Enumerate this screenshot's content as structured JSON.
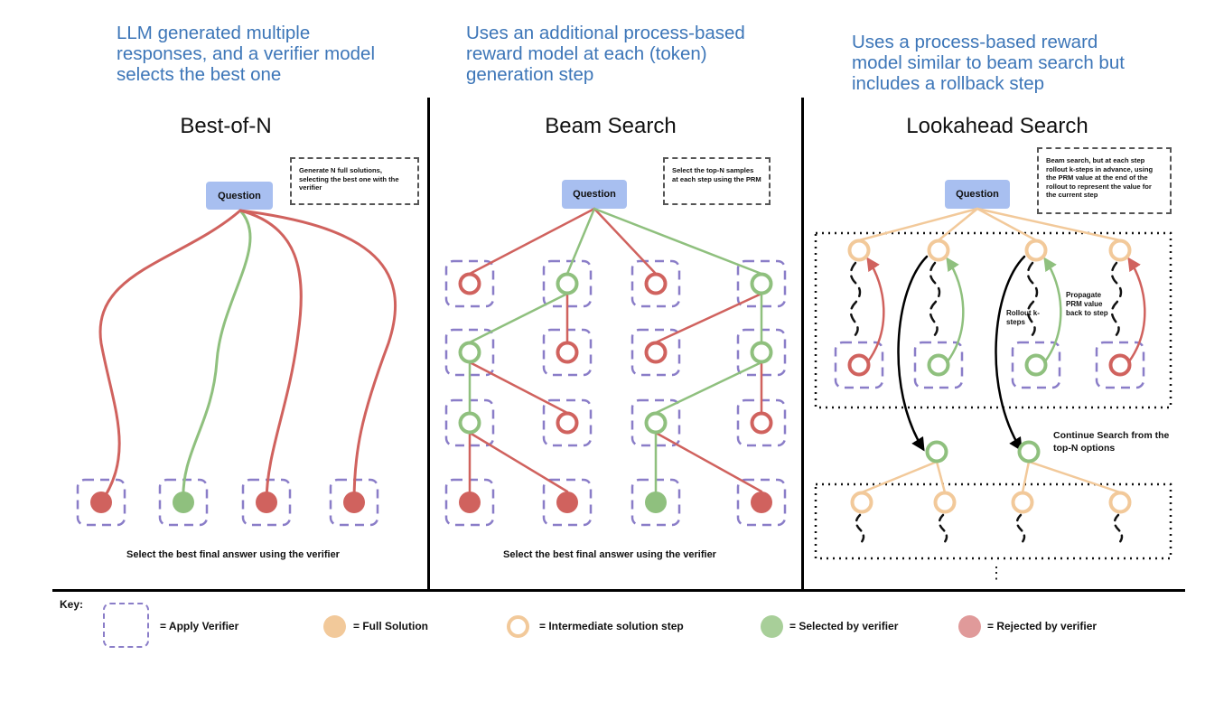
{
  "captions": {
    "best_of_n": [
      "LLM generated multiple",
      "responses, and a verifier model",
      "selects the best one"
    ],
    "beam_search": [
      "Uses an additional process-based",
      "reward model at each (token)",
      "generation step"
    ],
    "lookahead": [
      "Uses a process-based reward",
      "model similar to beam search but",
      "includes a rollback step"
    ]
  },
  "panels": {
    "best_of_n": {
      "title": "Best-of-N",
      "note": "Generate N full solutions, selecting the best one with the verifier",
      "question": "Question",
      "footer": "Select the best final answer using the verifier",
      "final_selected": [
        false,
        true,
        false,
        false
      ]
    },
    "beam_search": {
      "title": "Beam Search",
      "note": "Select the top-N samples at each step using the PRM",
      "question": "Question",
      "footer": "Select the best final answer using the verifier",
      "step_selected": [
        [
          false,
          true,
          false,
          true
        ],
        [
          true,
          false,
          false,
          true
        ],
        [
          true,
          false,
          true,
          false
        ]
      ],
      "final_selected": [
        false,
        false,
        true,
        false
      ]
    },
    "lookahead": {
      "title": "Lookahead Search",
      "note": "Beam search, but at each step rollout k-steps in advance, using the PRM value at the end of the rollout to represent the value for the current step",
      "question": "Question",
      "rollout_label": "Rollout k-steps",
      "propagate_label": "Propagate PRM value back to step",
      "continue_label": "Continue Search from the top-N options",
      "rollout_selected": [
        false,
        true,
        true,
        false
      ],
      "ellipsis": "⋮"
    }
  },
  "key": {
    "title": "Key:",
    "items": [
      {
        "label": "= Apply Verifier",
        "swatch": "dashed-box"
      },
      {
        "label": "= Full Solution",
        "swatch": "filled-orange"
      },
      {
        "label": "= Intermediate solution step",
        "swatch": "ring-orange"
      },
      {
        "label": "= Selected by verifier",
        "swatch": "filled-green"
      },
      {
        "label": "= Rejected by verifier",
        "swatch": "filled-red"
      }
    ]
  },
  "colors": {
    "caption": "#3d76b8",
    "green": "#8fc07e",
    "red": "#d0625e",
    "orange": "#f2c99a",
    "verifier_box": "#8a7dc8",
    "question": "#a8bff0"
  }
}
